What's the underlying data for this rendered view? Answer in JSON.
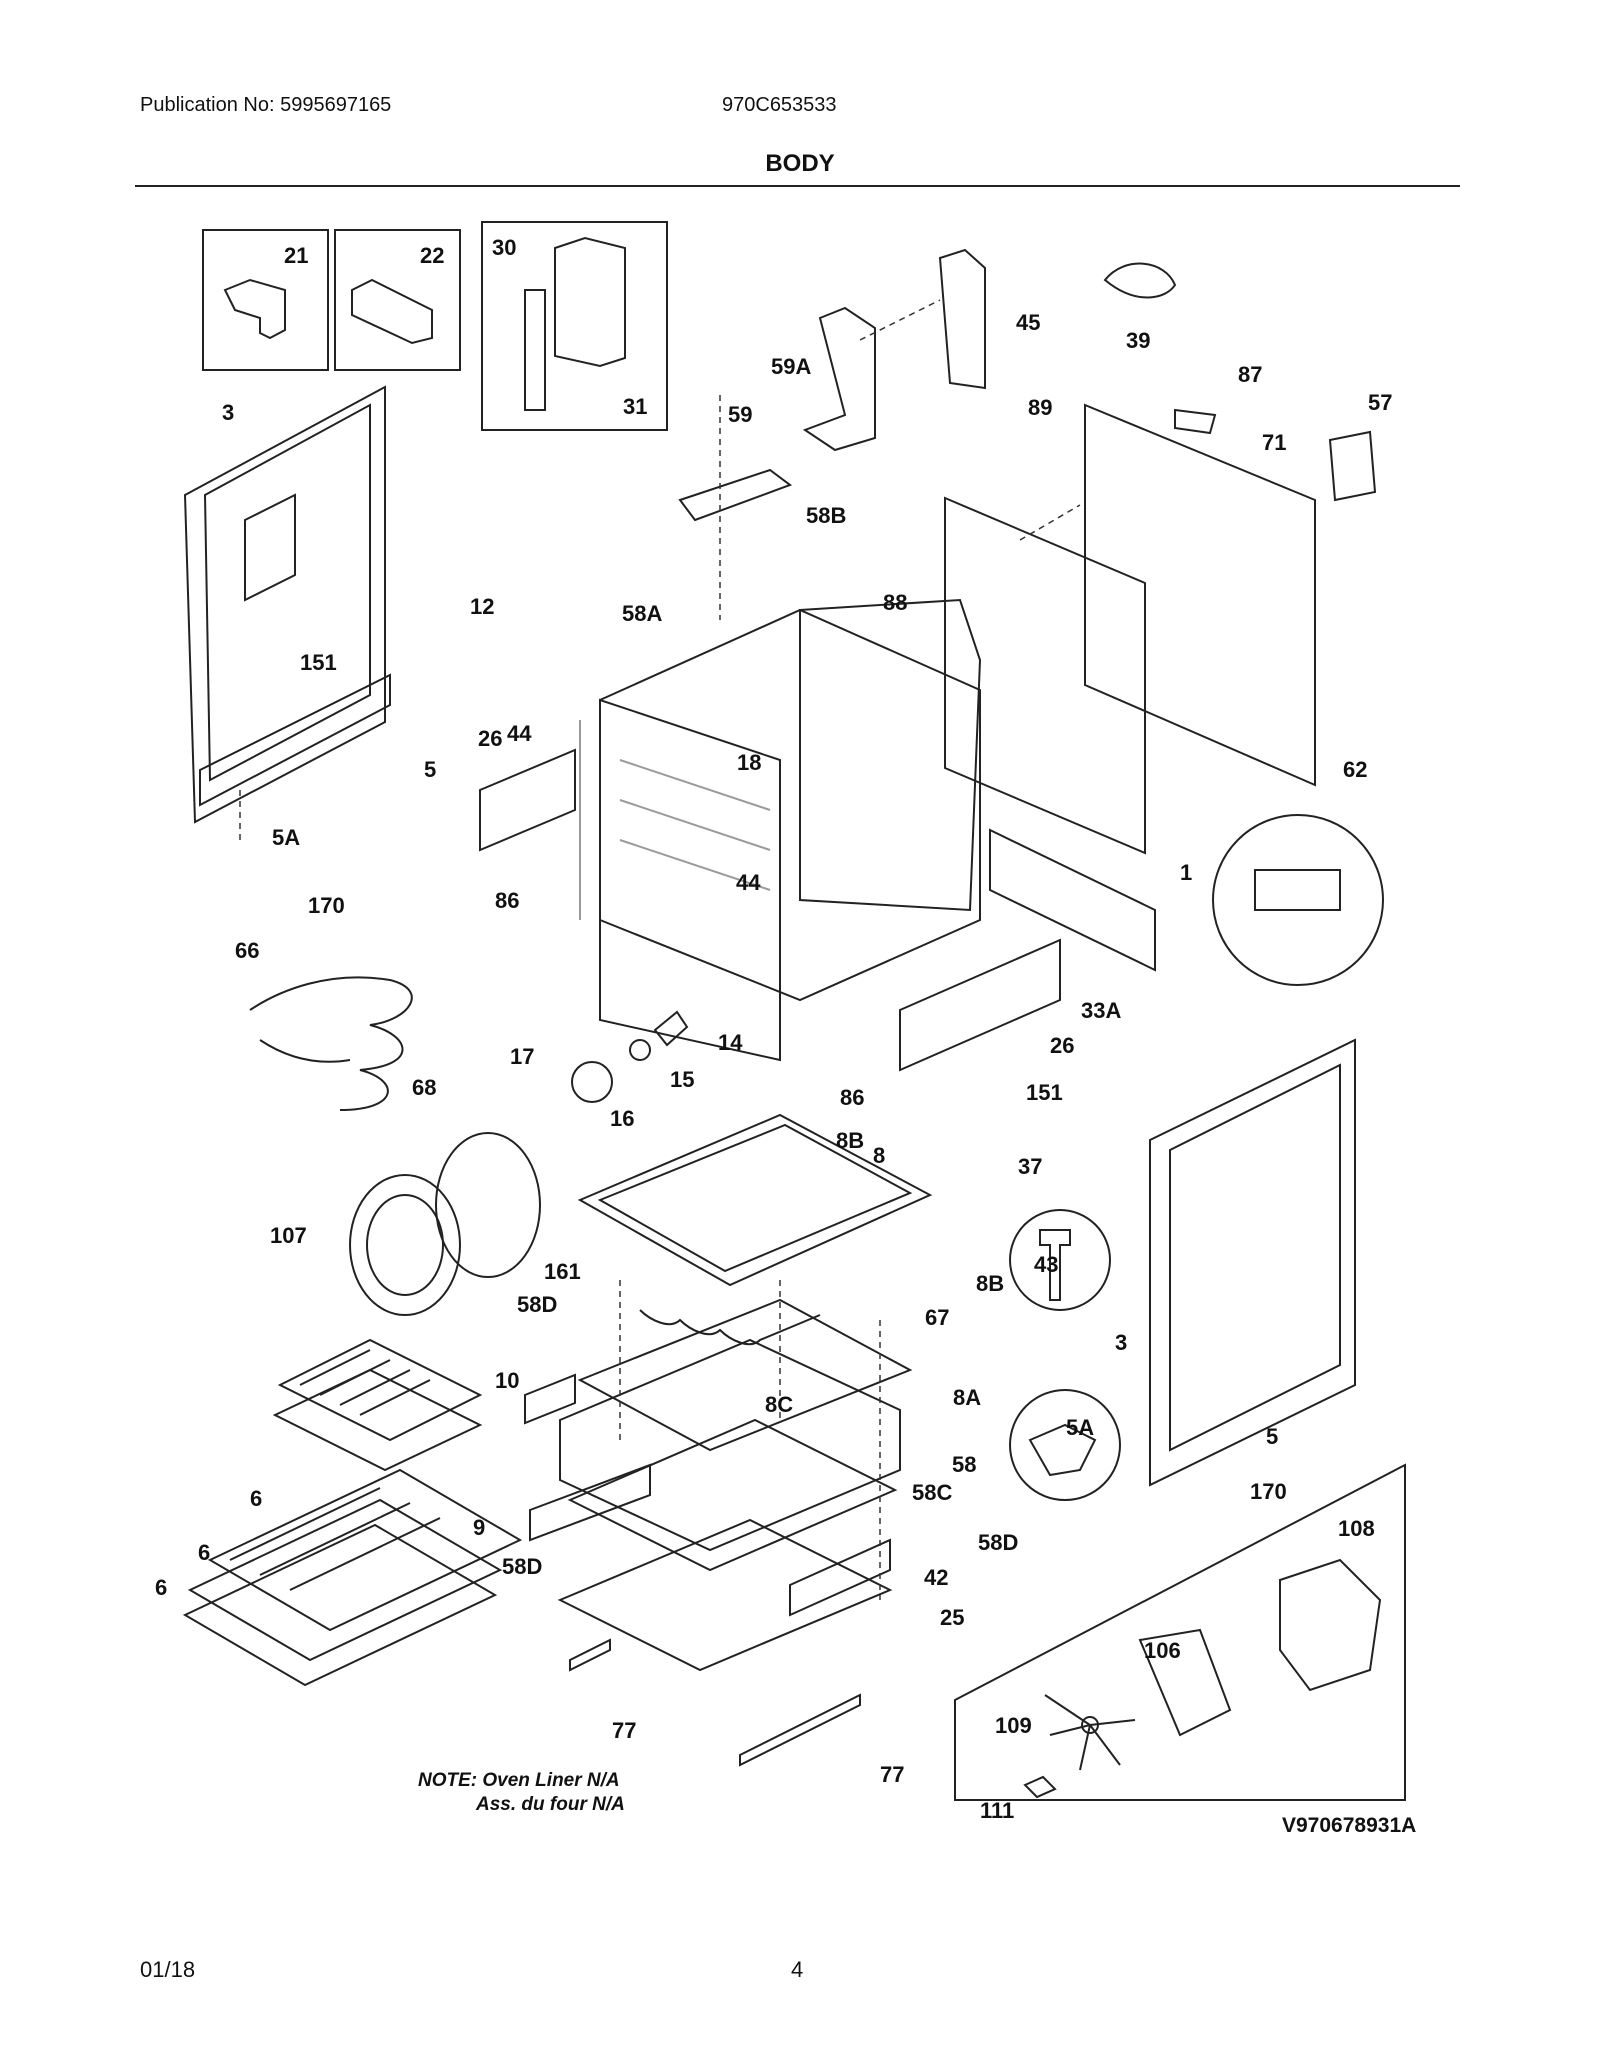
{
  "header": {
    "publication": "Publication No: 5995697165",
    "model": "970C653533",
    "title": "BODY"
  },
  "footer": {
    "date": "01/18",
    "page": "4"
  },
  "note": {
    "line1": "NOTE: Oven Liner N/A",
    "line2": "Ass. du four N/A"
  },
  "diagram_code": "V970678931A",
  "callouts": {
    "c21": "21",
    "c22": "22",
    "c30": "30",
    "c31": "31",
    "c45": "45",
    "c39": "39",
    "c59a": "59A",
    "c59": "59",
    "c87": "87",
    "c57": "57",
    "c71": "71",
    "c89": "89",
    "c3a": "3",
    "c58b": "58B",
    "c88": "88",
    "c151a": "151",
    "c12": "12",
    "c58a": "58A",
    "c26a": "26",
    "c44a": "44",
    "c18": "18",
    "c5a": "5",
    "c5Aa": "5A",
    "c1": "1",
    "c62": "62",
    "c44b": "44",
    "c170a": "170",
    "c86a": "86",
    "c66": "66",
    "c33a": "33A",
    "c14": "14",
    "c26b": "26",
    "c17": "17",
    "c15": "15",
    "c68": "68",
    "c16": "16",
    "c86b": "86",
    "c151b": "151",
    "c8b1": "8B",
    "c8": "8",
    "c37": "37",
    "c107": "107",
    "c161": "161",
    "c43": "43",
    "c8b2": "8B",
    "c58d1": "58D",
    "c67": "67",
    "c3b": "3",
    "c10": "10",
    "c8a": "8A",
    "c8c": "8C",
    "c5Ab": "5A",
    "c58": "58",
    "c5b": "5",
    "c6a": "6",
    "c9": "9",
    "c58c": "58C",
    "c170b": "170",
    "c6b": "6",
    "c58d2": "58D",
    "c58d3": "58D",
    "c108": "108",
    "c6c": "6",
    "c42": "42",
    "c25": "25",
    "c106": "106",
    "c109": "109",
    "c77a": "77",
    "c77b": "77",
    "c111": "111"
  }
}
